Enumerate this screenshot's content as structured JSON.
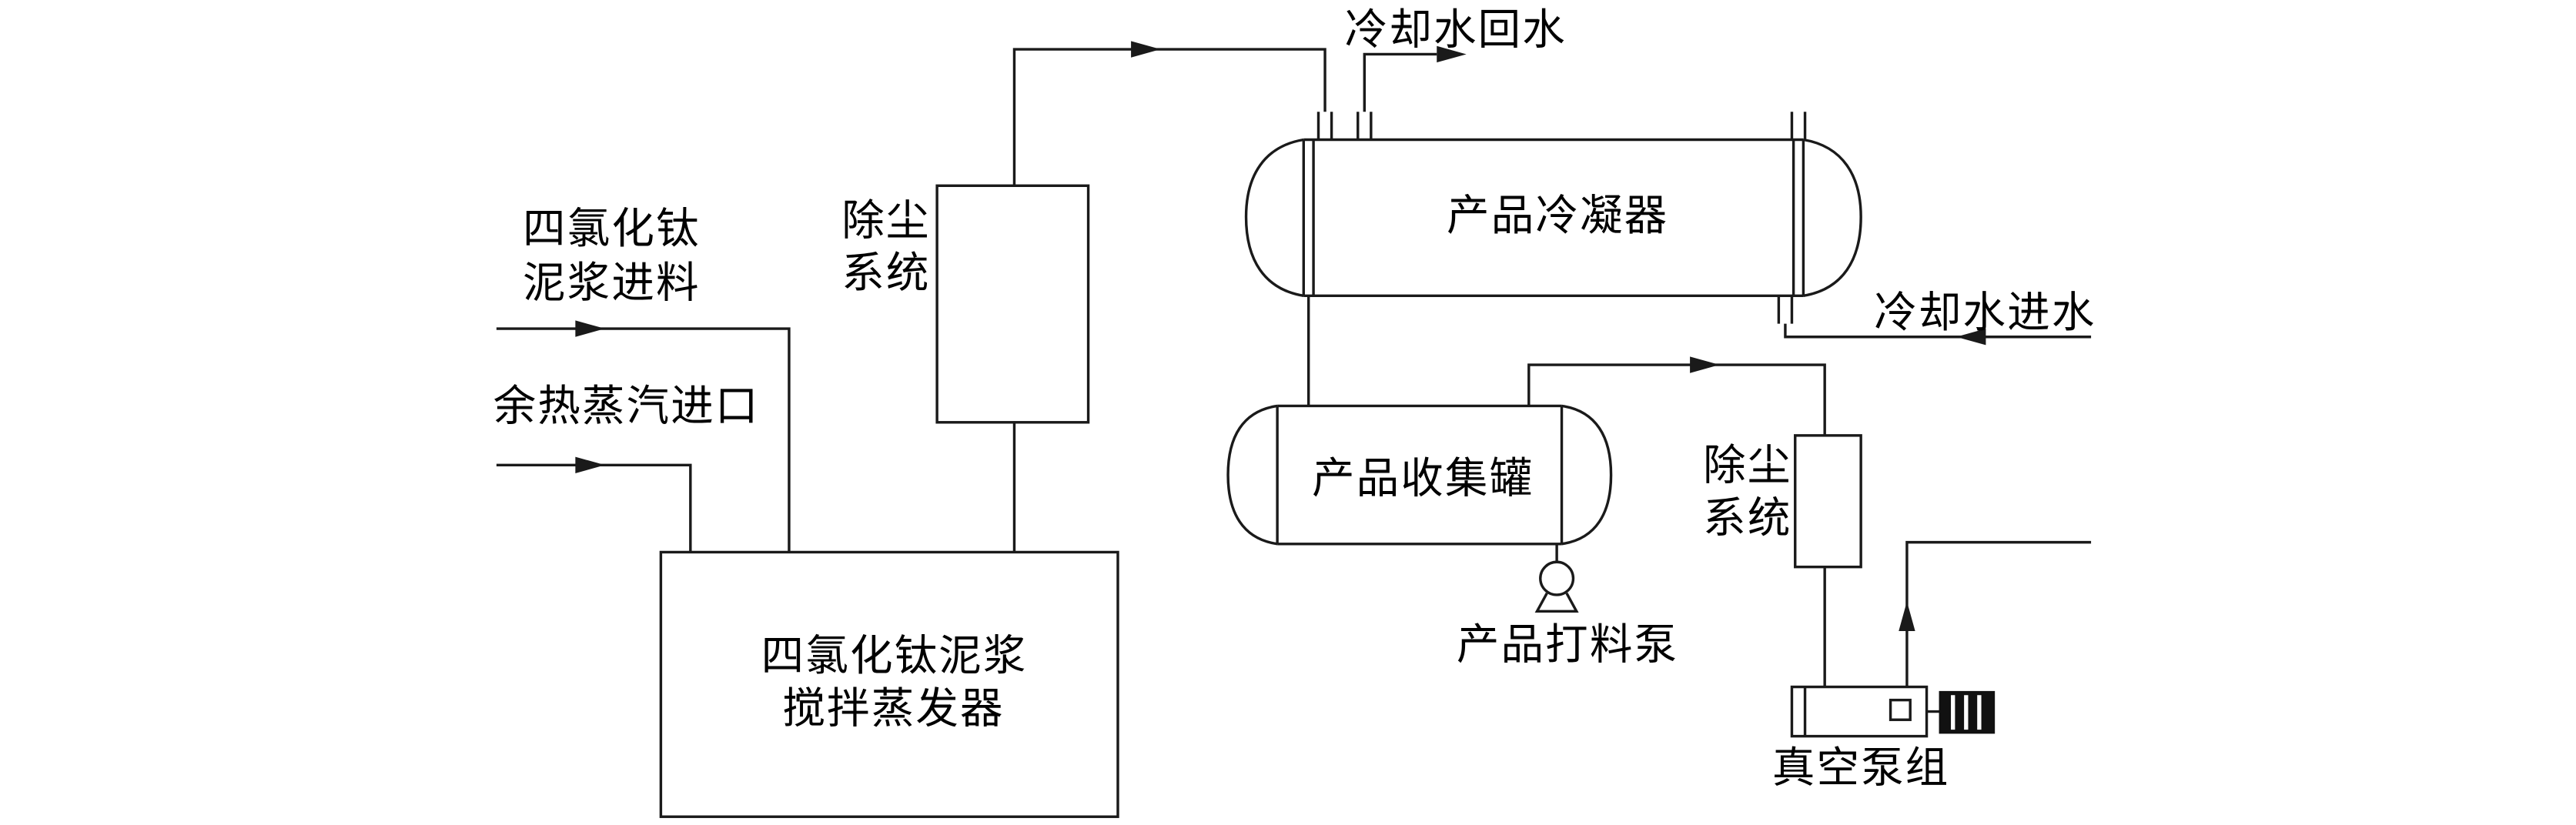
{
  "diagram": {
    "labels": {
      "cooling_water_return": "冷却水回水",
      "slurry_feed_line1": "四氯化钛",
      "slurry_feed_line2": "泥浆进料",
      "steam_inlet": "余热蒸汽进口",
      "dust_system_1_line1": "除尘",
      "dust_system_1_line2": "系统",
      "condenser": "产品冷凝器",
      "cooling_water_inlet": "冷却水进水",
      "collection_tank": "产品收集罐",
      "dust_system_2_line1": "除尘",
      "dust_system_2_line2": "系统",
      "discharge_pump": "产品打料泵",
      "evaporator_line1": "四氯化钛泥浆",
      "evaporator_line2": "搅拌蒸发器",
      "vacuum_pump": "真空泵组"
    },
    "colors": {
      "line": "#1a1a1a",
      "background": "#ffffff",
      "motor_fill": "#111111"
    }
  }
}
